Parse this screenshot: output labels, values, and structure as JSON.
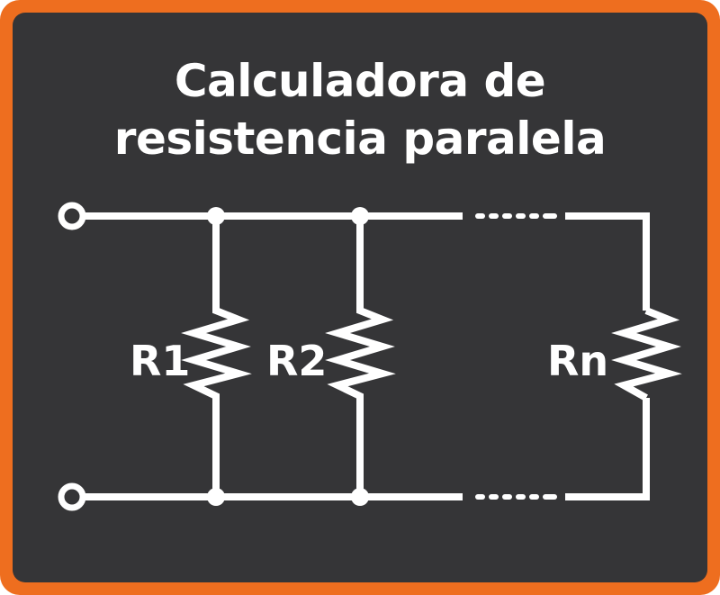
{
  "title": {
    "line1": "Calculadora de",
    "line2": "resistencia paralela"
  },
  "resistors": [
    {
      "label": "R1"
    },
    {
      "label": "R2"
    },
    {
      "label": "Rn"
    }
  ],
  "colors": {
    "border": "#ee6e1f",
    "background": "#353537",
    "lines": "#ffffff"
  }
}
